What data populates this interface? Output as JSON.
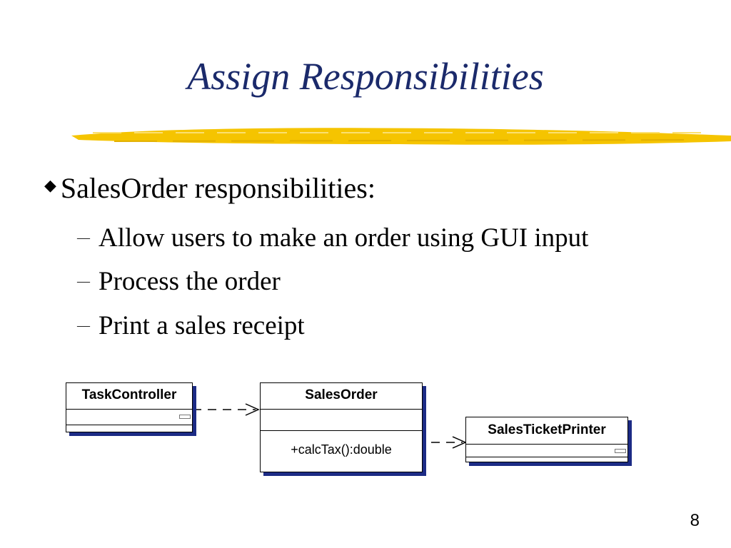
{
  "slide": {
    "title": "Assign Responsibilities",
    "accent_color": "#f5c400",
    "title_color": "#1b2a6b",
    "bullet": {
      "icon": "diamond-bullet-icon",
      "text": "SalesOrder responsibilities:",
      "subitems": [
        "Allow users to make an order using GUI input",
        "Process the order",
        "Print a sales receipt"
      ],
      "sub_icon": "dash-bullet-icon"
    },
    "page_number": "8"
  },
  "diagram": {
    "shadow_color": "#1c2b85",
    "classes": [
      {
        "name": "TaskController",
        "operations": []
      },
      {
        "name": "SalesOrder",
        "operations": [
          "+calcTax():double"
        ]
      },
      {
        "name": "SalesTicketPrinter",
        "operations": []
      }
    ],
    "dependencies": [
      {
        "from": "TaskController",
        "to": "SalesOrder",
        "style": "dashed-open-arrow"
      },
      {
        "from": "SalesOrder",
        "to": "SalesTicketPrinter",
        "style": "dashed-open-arrow"
      }
    ]
  }
}
